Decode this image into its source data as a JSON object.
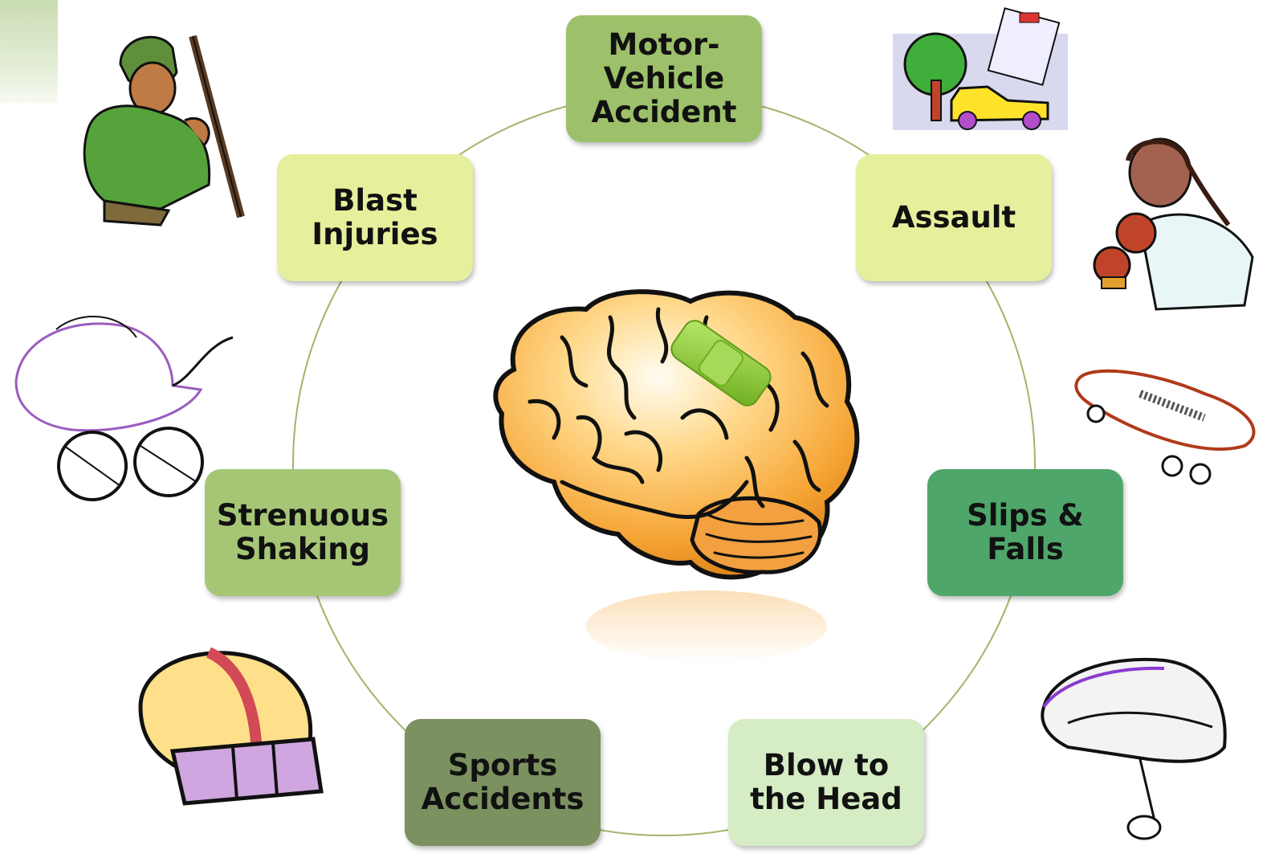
{
  "nodes": {
    "motor_vehicle": {
      "label": "Motor-\nVehicle\nAccident",
      "color": "#9dc06a"
    },
    "assault": {
      "label": "Assault",
      "color": "#e6ef9c"
    },
    "slips_falls": {
      "label": "Slips &\nFalls",
      "color": "#4fa66a"
    },
    "blow_head": {
      "label": "Blow to\nthe Head",
      "color": "#d6ecc4"
    },
    "sports": {
      "label": "Sports\nAccidents",
      "color": "#7b9160"
    },
    "shaking": {
      "label": "Strenuous\nShaking",
      "color": "#a6c676"
    },
    "blast": {
      "label": "Blast\nInjuries",
      "color": "#e6ef9c"
    }
  },
  "center": {
    "icon": "brain-with-bandage-icon"
  },
  "decorations": [
    "soldier-icon",
    "car-accident-icon",
    "boxer-icon",
    "skateboard-icon",
    "bike-helmet-icon",
    "football-helmet-icon",
    "baby-carriage-icon"
  ]
}
